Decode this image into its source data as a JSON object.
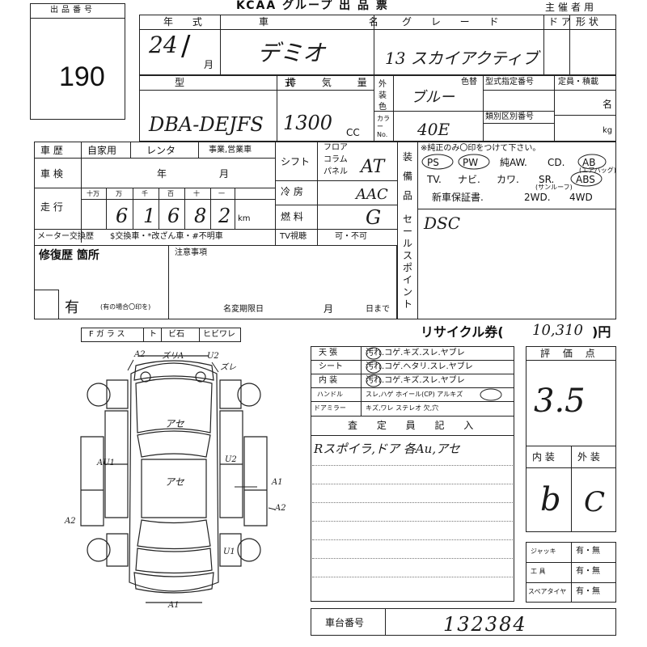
{
  "header": {
    "lot_number_label": "出品番号",
    "lot_number": "190",
    "group_title": "KCAA グループ 出 品 票",
    "organizer_label": "主催者用"
  },
  "row1": {
    "year_label": "年 式",
    "year_value": "24",
    "month_unit": "月",
    "name_label": "車 名",
    "name_value": "デミオ",
    "grade_label": "グ レ ー ド",
    "grade_value": "13 スカイアクティブ",
    "door_label": "ド ア",
    "shape_label": "形 状"
  },
  "row2": {
    "model_label": "型 式",
    "model_value": "DBA-DEJFS",
    "displacement_label": "排 気 量",
    "displacement_value": "1300",
    "cc_unit": "CC",
    "exterior_color_label": "外装色",
    "color_code_label": "カラーNo.",
    "color_swap_label": "色替",
    "color_value": "ブルー",
    "color_code_value": "40E",
    "type_designation_label": "型式指定番号",
    "category_label": "類別区別番号",
    "capacity_label": "定員・積載",
    "persons_unit": "名",
    "kg_unit": "kg"
  },
  "history": {
    "label": "車 歴",
    "options": [
      "自家用",
      "レンタ",
      "事業,営業車"
    ],
    "inspection_label": "車 検",
    "year_unit": "年",
    "month_unit": "月",
    "mileage_label": "走 行",
    "digit_labels": [
      "十万",
      "万",
      "千",
      "百",
      "十",
      "一"
    ],
    "mileage_digits": [
      "",
      "6",
      "1",
      "6",
      "8",
      "2"
    ],
    "km_unit": "km",
    "meter_label": "メーター交換歴",
    "meter_options": "$交換車・*改ざん車・#不明車"
  },
  "mechanics": {
    "shift_label": "シフト",
    "shift_options": [
      "フロア",
      "コラム",
      "パネル"
    ],
    "shift_value": "AT",
    "ac_label": "冷 房",
    "ac_value": "AAC",
    "fuel_label": "燃 料",
    "fuel_value": "G",
    "tv_label": "TV視聴",
    "tv_options": "可・不可"
  },
  "equipment": {
    "side_label": "装備品",
    "note": "※純正のみ〇印をつけて下さい。",
    "row1": [
      "PS",
      "PW",
      "純AW.",
      "CD.",
      "AB"
    ],
    "airbag_note": "(エアバッグ)",
    "row2": [
      "TV.",
      "ナビ.",
      "カワ.",
      "SR.",
      "ABS"
    ],
    "sunroof_note": "(サンルーフ)",
    "row3": [
      "新車保証書.",
      "2WD.",
      "4WD"
    ]
  },
  "sales_point": {
    "label": "セールスポイント",
    "value": "DSC"
  },
  "repair": {
    "label": "修復歴 箇所",
    "value": "有",
    "note": "(有の場合〇印を)",
    "caution_label": "注意事項",
    "deadline_label": "名変期限日",
    "month_unit": "月",
    "day_unit": "日まで"
  },
  "glass": {
    "label": "Fガラス",
    "options": [
      "ト",
      "ビ石",
      "ヒビワレ"
    ]
  },
  "recycle": {
    "label": "リサイクル券(",
    "value": "10,310",
    "unit": ")円"
  },
  "condition": {
    "rows": [
      {
        "label": "天 張",
        "options": "汚れ.コゲ.キズ.スレ.ヤブレ"
      },
      {
        "label": "シート",
        "options": "汚れ.コゲ.ヘタリ.スレ.ヤブレ"
      },
      {
        "label": "内 装",
        "options": "汚れ.コゲ.キズ.スレ.ヤブレ"
      },
      {
        "label": "ハンドル",
        "options": "スレ,ハゲ ホイール(CP) アルキズ"
      },
      {
        "label": "ドアミラー",
        "options": "キズ,ワレ ステレオ 欠,穴"
      }
    ],
    "inspector_label": "査 定 員 記 入",
    "inspector_note": "Rスポイラ,ドア 各Au,アセ"
  },
  "score": {
    "label": "評 価 点",
    "value": "3.5",
    "interior_label": "内 装",
    "exterior_label": "外 装",
    "interior_value": "b",
    "exterior_value": "C"
  },
  "accessories": [
    {
      "label": "ジャッキ",
      "value": "有・無"
    },
    {
      "label": "工 具",
      "value": "有・無"
    },
    {
      "label": "スペアタイヤ",
      "value": "有・無"
    }
  ],
  "chassis": {
    "label": "車台番号",
    "value": "132384"
  },
  "diagram_marks": {
    "a2_top": "A2",
    "scratch_top": "ズリA",
    "u2_top": "U2",
    "sure": "ズレ",
    "ase_front": "アセ",
    "ase_roof": "アセ",
    "au1_left": "AU1",
    "u2_right": "U2",
    "a1_right": "A1",
    "a2_right": "A2",
    "a2_left": "A2",
    "u1_right": "U1",
    "a1_bottom": "A1"
  }
}
